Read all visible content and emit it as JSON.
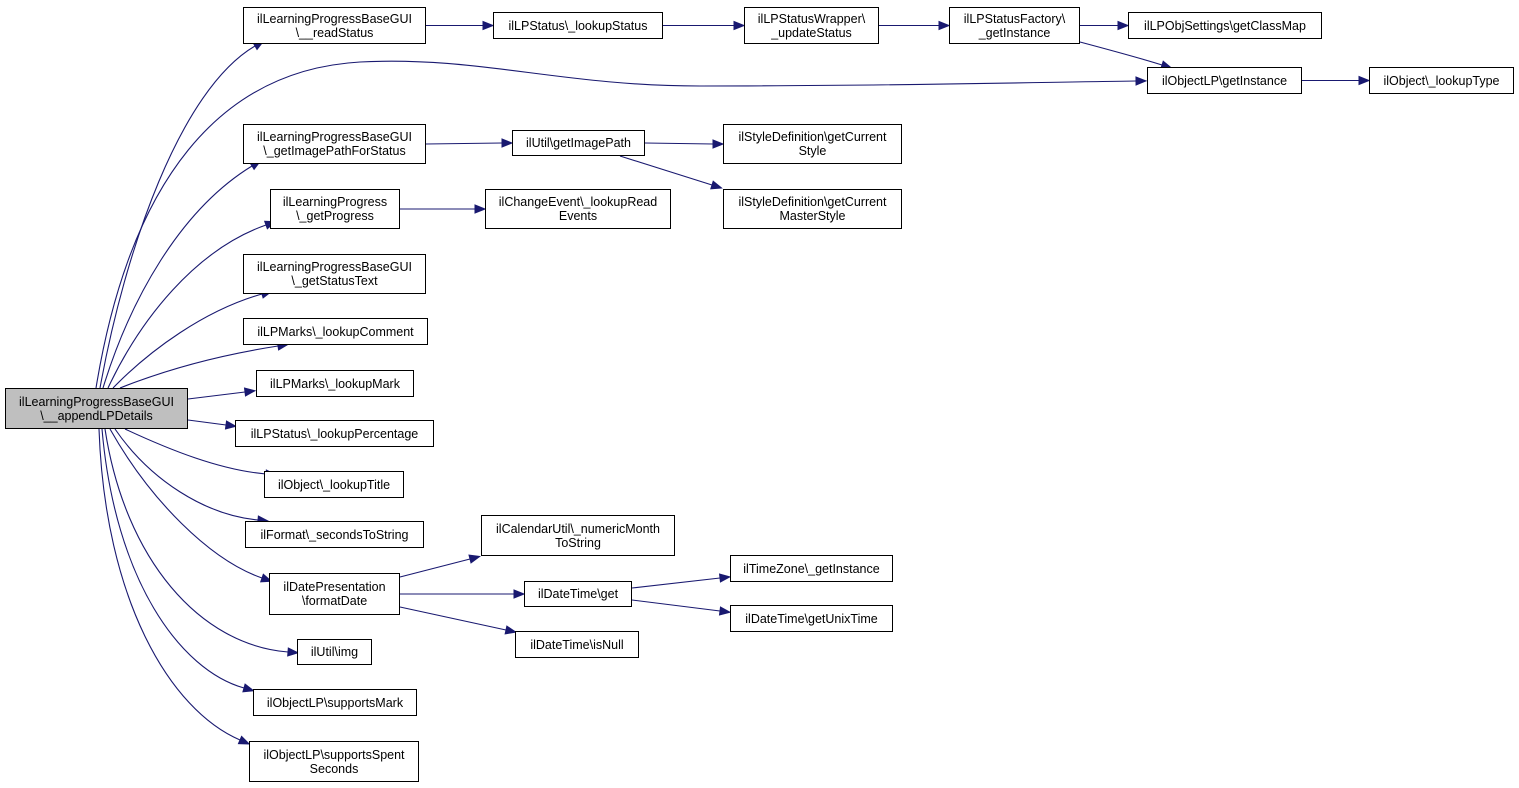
{
  "colors": {
    "edge": "#191970",
    "root_fill": "#bfbfbf",
    "node_fill": "#ffffff",
    "border": "#000000"
  },
  "nodes": {
    "root": {
      "lines": [
        "ilLearningProgressBaseGUI",
        "\\__appendLPDetails"
      ]
    },
    "readStatus": {
      "lines": [
        "ilLearningProgressBaseGUI",
        "\\__readStatus"
      ]
    },
    "lookupStatus": {
      "lines": [
        "ilLPStatus\\_lookupStatus"
      ]
    },
    "updateStatus": {
      "lines": [
        "ilLPStatusWrapper\\",
        "_updateStatus"
      ]
    },
    "factoryGetInstance": {
      "lines": [
        "ilLPStatusFactory\\",
        "_getInstance"
      ]
    },
    "getClassMap": {
      "lines": [
        "ilLPObjSettings\\getClassMap"
      ]
    },
    "objectLPGetInstance": {
      "lines": [
        "ilObjectLP\\getInstance"
      ]
    },
    "lookupType": {
      "lines": [
        "ilObject\\_lookupType"
      ]
    },
    "getImagePathForStatus": {
      "lines": [
        "ilLearningProgressBaseGUI",
        "\\_getImagePathForStatus"
      ]
    },
    "getImagePath": {
      "lines": [
        "ilUtil\\getImagePath"
      ]
    },
    "getCurrentStyle": {
      "lines": [
        "ilStyleDefinition\\getCurrent",
        "Style"
      ]
    },
    "getCurrentMasterStyle": {
      "lines": [
        "ilStyleDefinition\\getCurrent",
        "MasterStyle"
      ]
    },
    "getProgress": {
      "lines": [
        "ilLearningProgress",
        "\\_getProgress"
      ]
    },
    "lookupReadEvents": {
      "lines": [
        "ilChangeEvent\\_lookupRead",
        "Events"
      ]
    },
    "getStatusText": {
      "lines": [
        "ilLearningProgressBaseGUI",
        "\\_getStatusText"
      ]
    },
    "lookupComment": {
      "lines": [
        "ilLPMarks\\_lookupComment"
      ]
    },
    "lookupMark": {
      "lines": [
        "ilLPMarks\\_lookupMark"
      ]
    },
    "lookupPercentage": {
      "lines": [
        "ilLPStatus\\_lookupPercentage"
      ]
    },
    "lookupTitle": {
      "lines": [
        "ilObject\\_lookupTitle"
      ]
    },
    "secondsToString": {
      "lines": [
        "ilFormat\\_secondsToString"
      ]
    },
    "formatDate": {
      "lines": [
        "ilDatePresentation",
        "\\formatDate"
      ]
    },
    "numericMonthToString": {
      "lines": [
        "ilCalendarUtil\\_numericMonth",
        "ToString"
      ]
    },
    "dateTimeGet": {
      "lines": [
        "ilDateTime\\get"
      ]
    },
    "timeZoneGetInstance": {
      "lines": [
        "ilTimeZone\\_getInstance"
      ]
    },
    "getUnixTime": {
      "lines": [
        "ilDateTime\\getUnixTime"
      ]
    },
    "isNull": {
      "lines": [
        "ilDateTime\\isNull"
      ]
    },
    "img": {
      "lines": [
        "ilUtil\\img"
      ]
    },
    "supportsMark": {
      "lines": [
        "ilObjectLP\\supportsMark"
      ]
    },
    "supportsSpentSeconds": {
      "lines": [
        "ilObjectLP\\supportsSpent",
        "Seconds"
      ]
    }
  },
  "edges": [
    {
      "from": "root",
      "to": "readStatus"
    },
    {
      "from": "root",
      "to": "objectLPGetInstance"
    },
    {
      "from": "root",
      "to": "getImagePathForStatus"
    },
    {
      "from": "root",
      "to": "getProgress"
    },
    {
      "from": "root",
      "to": "getStatusText"
    },
    {
      "from": "root",
      "to": "lookupComment"
    },
    {
      "from": "root",
      "to": "lookupMark"
    },
    {
      "from": "root",
      "to": "lookupPercentage"
    },
    {
      "from": "root",
      "to": "lookupTitle"
    },
    {
      "from": "root",
      "to": "secondsToString"
    },
    {
      "from": "root",
      "to": "formatDate"
    },
    {
      "from": "root",
      "to": "img"
    },
    {
      "from": "root",
      "to": "supportsMark"
    },
    {
      "from": "root",
      "to": "supportsSpentSeconds"
    },
    {
      "from": "readStatus",
      "to": "lookupStatus"
    },
    {
      "from": "lookupStatus",
      "to": "updateStatus"
    },
    {
      "from": "updateStatus",
      "to": "factoryGetInstance"
    },
    {
      "from": "factoryGetInstance",
      "to": "getClassMap"
    },
    {
      "from": "factoryGetInstance",
      "to": "objectLPGetInstance"
    },
    {
      "from": "objectLPGetInstance",
      "to": "lookupType"
    },
    {
      "from": "getImagePathForStatus",
      "to": "getImagePath"
    },
    {
      "from": "getImagePath",
      "to": "getCurrentStyle"
    },
    {
      "from": "getImagePath",
      "to": "getCurrentMasterStyle"
    },
    {
      "from": "getProgress",
      "to": "lookupReadEvents"
    },
    {
      "from": "formatDate",
      "to": "numericMonthToString"
    },
    {
      "from": "formatDate",
      "to": "dateTimeGet"
    },
    {
      "from": "formatDate",
      "to": "isNull"
    },
    {
      "from": "dateTimeGet",
      "to": "timeZoneGetInstance"
    },
    {
      "from": "dateTimeGet",
      "to": "getUnixTime"
    }
  ]
}
